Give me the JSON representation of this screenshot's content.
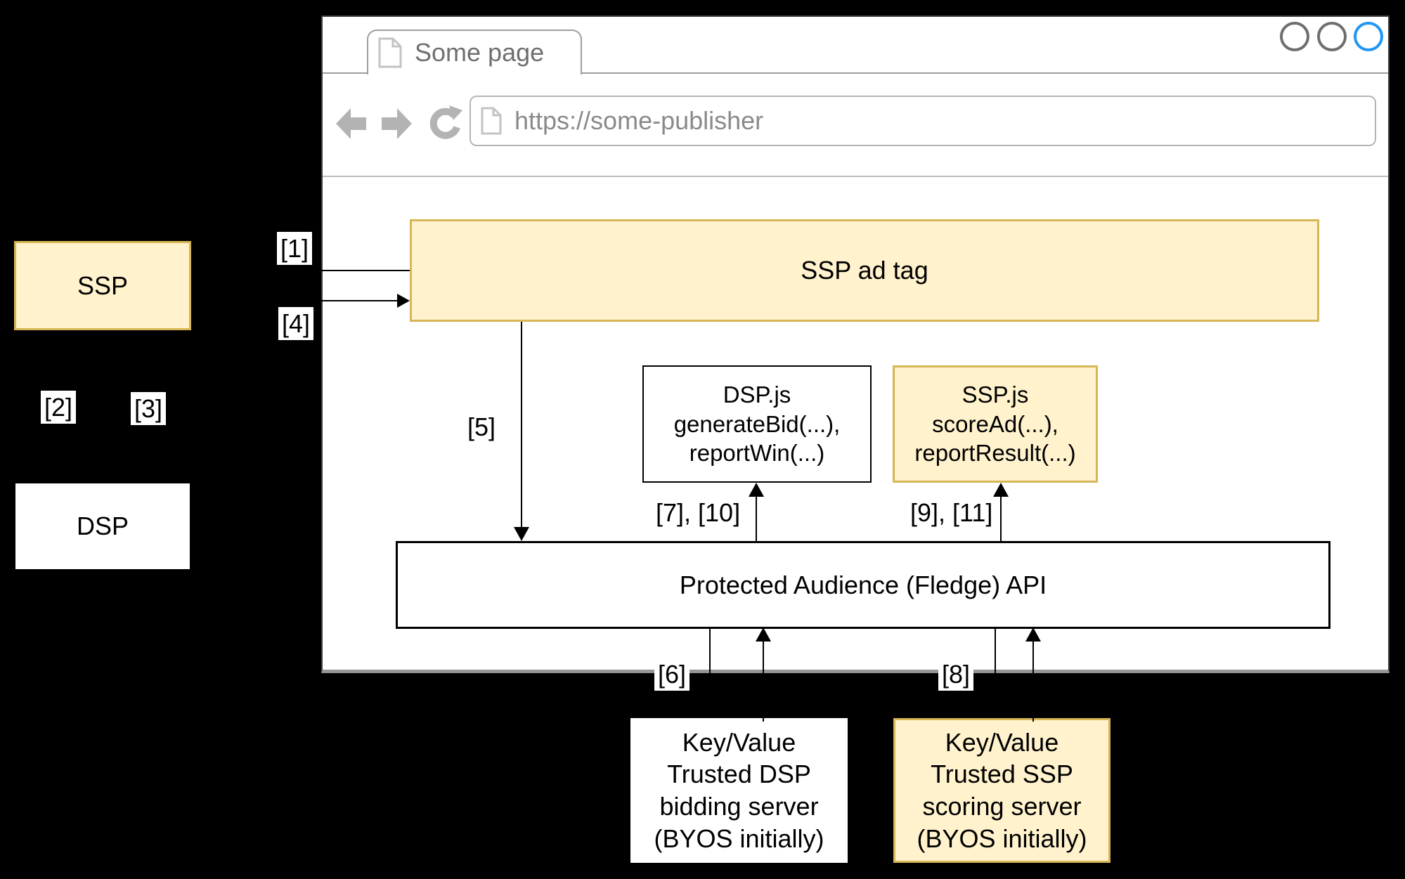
{
  "browser": {
    "tab": {
      "title": "Some page"
    },
    "url_bar": {
      "value": "https://some-publisher"
    },
    "window_buttons": {
      "count": 3,
      "active_color": "#2196F3"
    }
  },
  "diagram": {
    "ssp": {
      "label": "SSP"
    },
    "dsp": {
      "label": "DSP"
    },
    "ad_tag": {
      "label": "SSP ad tag"
    },
    "dsp_js": {
      "lines": [
        "DSP.js",
        "generateBid(...),",
        "reportWin(...)"
      ]
    },
    "ssp_js": {
      "lines": [
        "SSP.js",
        "scoreAd(...),",
        "reportResult(...)"
      ]
    },
    "pa_api": {
      "label": "Protected Audience (Fledge) API"
    },
    "dsp_server": {
      "lines": [
        "Key/Value",
        "Trusted DSP",
        "bidding server",
        "(BYOS initially)"
      ]
    },
    "ssp_server": {
      "lines": [
        "Key/Value",
        "Trusted SSP",
        "scoring server",
        "(BYOS initially)"
      ]
    },
    "step_labels": {
      "s1": "[1]",
      "s2": "[2]",
      "s3": "[3]",
      "s4": "[4]",
      "s5": "[5]",
      "s6": "[6]",
      "s7_10": "[7], [10]",
      "s8": "[8]",
      "s9_11": "[9], [11]"
    }
  },
  "colors": {
    "highlight_fill": "#FFF2CC",
    "highlight_border": "#D6B656",
    "window_button_active": "#2196F3",
    "chrome_gray": "#b3b3b3"
  }
}
